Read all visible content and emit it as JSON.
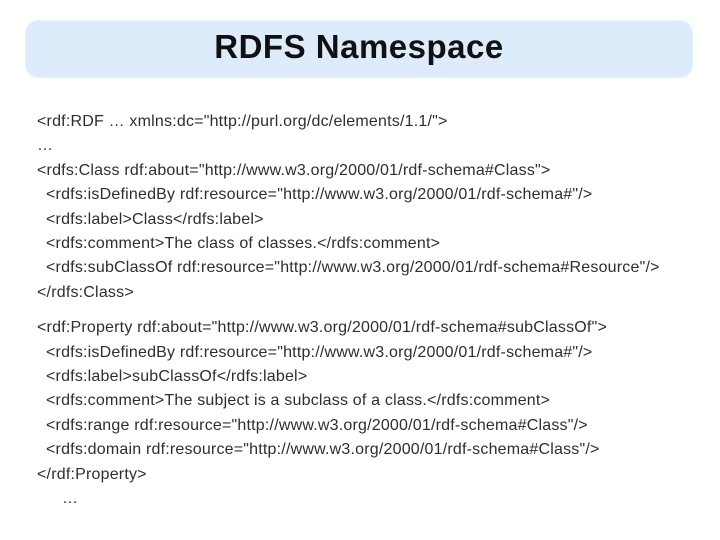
{
  "slide": {
    "title": "RDFS Namespace",
    "colors": {
      "slide_background": "#fffffd",
      "title_background": "#ddecfa",
      "title_text": "#111111",
      "body_text": "#2e2e2e"
    },
    "code_blocks": [
      {
        "lines": [
          {
            "indent": 0,
            "text": "<rdf:RDF … xmlns:dc=\"http://purl.org/dc/elements/1.1/\">"
          },
          {
            "indent": 0,
            "text": "…"
          },
          {
            "indent": 0,
            "text": "<rdfs:Class rdf:about=\"http://www.w3.org/2000/01/rdf-schema#Class\">"
          },
          {
            "indent": 1,
            "text": "<rdfs:isDefinedBy rdf:resource=\"http://www.w3.org/2000/01/rdf-schema#\"/>"
          },
          {
            "indent": 1,
            "text": "<rdfs:label>Class</rdfs:label>"
          },
          {
            "indent": 1,
            "text": "<rdfs:comment>The class of classes.</rdfs:comment>"
          },
          {
            "indent": 1,
            "text": "<rdfs:subClassOf rdf:resource=\"http://www.w3.org/2000/01/rdf-schema#Resource\"/>"
          },
          {
            "indent": 0,
            "text": "</rdfs:Class>"
          }
        ]
      },
      {
        "lines": [
          {
            "indent": 0,
            "text": "<rdf:Property rdf:about=\"http://www.w3.org/2000/01/rdf-schema#subClassOf\">"
          },
          {
            "indent": 1,
            "text": "<rdfs:isDefinedBy rdf:resource=\"http://www.w3.org/2000/01/rdf-schema#\"/>"
          },
          {
            "indent": 1,
            "text": "<rdfs:label>subClassOf</rdfs:label>"
          },
          {
            "indent": 1,
            "text": "<rdfs:comment>The subject is a subclass of a class.</rdfs:comment>"
          },
          {
            "indent": 1,
            "text": "<rdfs:range rdf:resource=\"http://www.w3.org/2000/01/rdf-schema#Class\"/>"
          },
          {
            "indent": 1,
            "text": "<rdfs:domain rdf:resource=\"http://www.w3.org/2000/01/rdf-schema#Class\"/>"
          },
          {
            "indent": 0,
            "text": "</rdf:Property>"
          },
          {
            "indent": 2,
            "text": "…"
          }
        ]
      }
    ]
  }
}
